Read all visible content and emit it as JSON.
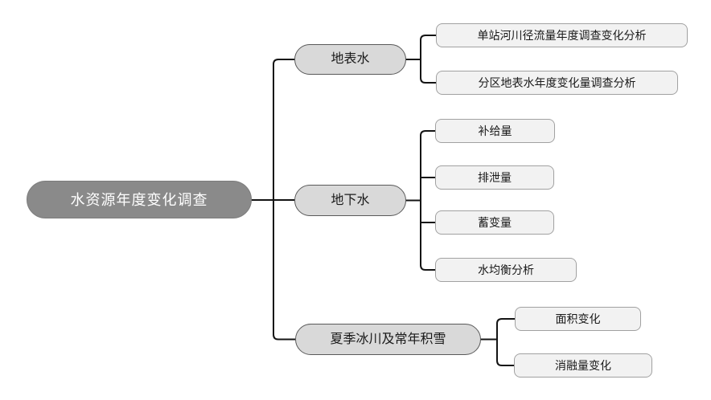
{
  "diagram": {
    "type": "mindmap-tree",
    "root": {
      "label": "水资源年度变化调查"
    },
    "branches": [
      {
        "label": "地表水",
        "children": [
          "单站河川径流量年度调查变化分析",
          "分区地表水年度变化量调查分析"
        ]
      },
      {
        "label": "地下水",
        "children": [
          "补给量",
          "排泄量",
          "蓄变量",
          "水均衡分析"
        ]
      },
      {
        "label": "夏季冰川及常年积雪",
        "children": [
          "面积变化",
          "消融量变化"
        ]
      }
    ],
    "colors": {
      "background": "#ffffff",
      "root_fill": "#8a8a8a",
      "root_border": "#7c7c7c",
      "root_text": "#ffffff",
      "branch_fill": "#d9d9d9",
      "branch_border": "#595959",
      "leaf_fill": "#f2f2f2",
      "leaf_border": "#a1a1a1",
      "node_text": "#1a1a1a",
      "line": "#141414"
    }
  }
}
